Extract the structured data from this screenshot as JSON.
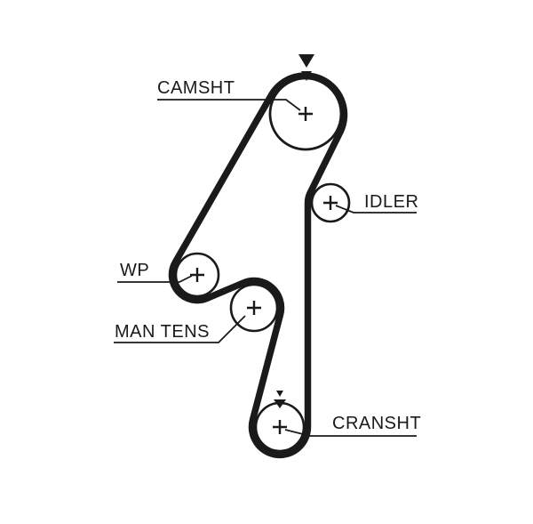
{
  "diagram": {
    "type": "timing-belt-routing-diagram",
    "background": "#ffffff",
    "belt_color": "#1a1a1a",
    "line_color": "#1a1a1a",
    "pulley_fill": "#ffffff",
    "components": {
      "camshaft": {
        "label": "CAMSHT"
      },
      "idler": {
        "label": "IDLER"
      },
      "water_pump": {
        "label": "WP"
      },
      "manual_tensioner": {
        "label": "MAN TENS"
      },
      "crankshaft": {
        "label": "CRANSHT"
      }
    }
  }
}
